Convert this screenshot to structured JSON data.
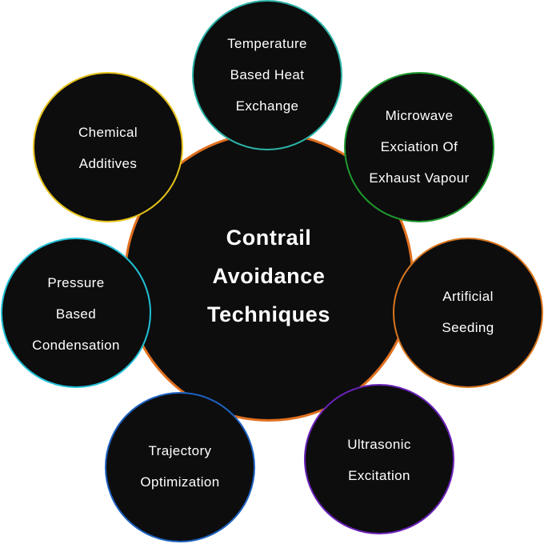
{
  "center": {
    "lines": [
      "Contrail",
      "Avoidance",
      "Techniques"
    ],
    "border_color": "#e0701f"
  },
  "nodes": [
    {
      "id": "temperature",
      "lines": [
        "Temperature",
        "Based Heat",
        "Exchange"
      ],
      "border_color": "#2bb3a8"
    },
    {
      "id": "microwave",
      "lines": [
        "Microwave",
        "Exciation Of",
        "Exhaust Vapour"
      ],
      "border_color": "#1f9a2e"
    },
    {
      "id": "seeding",
      "lines": [
        "Artificial",
        "Seeding"
      ],
      "border_color": "#d8771f"
    },
    {
      "id": "ultrasonic",
      "lines": [
        "Ultrasonic",
        "Excitation"
      ],
      "border_color": "#6a22b8"
    },
    {
      "id": "trajectory",
      "lines": [
        "Trajectory",
        "Optimization"
      ],
      "border_color": "#1e62c0"
    },
    {
      "id": "pressure",
      "lines": [
        "Pressure",
        "Based",
        "Condensation"
      ],
      "border_color": "#22c0d6"
    },
    {
      "id": "chemical",
      "lines": [
        "Chemical",
        "Additives"
      ],
      "border_color": "#e6c21a"
    }
  ],
  "colors": {
    "fill": "#0d0d0d",
    "text": "#ffffff",
    "background": "#ffffff"
  }
}
